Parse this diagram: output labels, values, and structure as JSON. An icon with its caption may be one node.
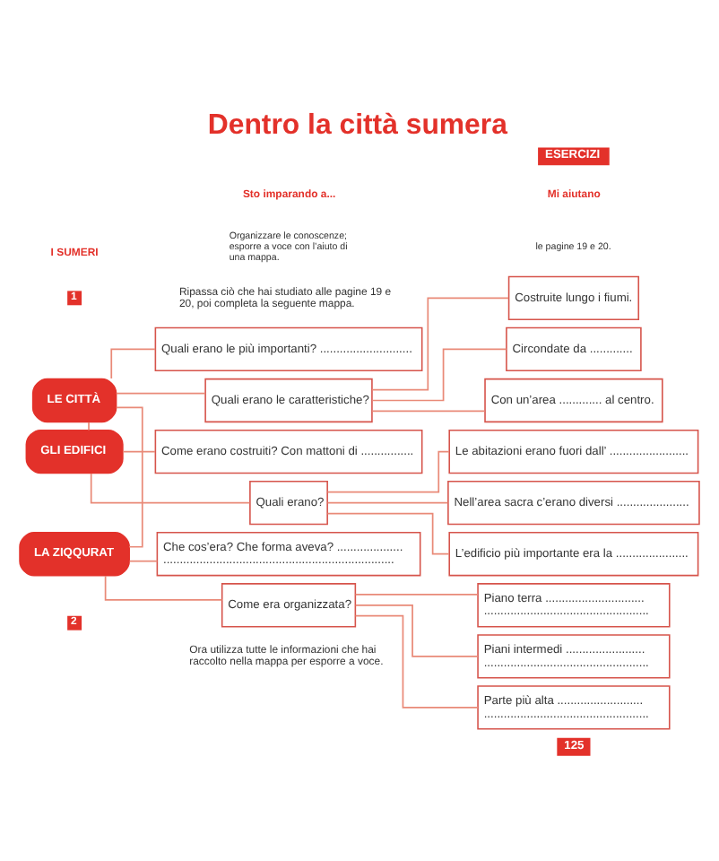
{
  "diagram": {
    "title": "Dentro la città sumera",
    "nodes": [
      {
        "text": [
          "LE CITTÀ"
        ]
      },
      {
        "text": [
          "Quali erano le più importanti? ............................"
        ]
      },
      {
        "text": [
          "Quali erano le caratteristiche?"
        ]
      },
      {
        "text": [
          "Costruite lungo i fiumi."
        ]
      },
      {
        "text": [
          "Circondate da ............."
        ]
      },
      {
        "text": [
          "Con un’area ............. al centro."
        ]
      },
      {
        "text": [
          "GLI EDIFICI"
        ]
      },
      {
        "text": [
          "Come erano costruiti? Con mattoni di ................"
        ]
      },
      {
        "text": [
          "Quali erano?"
        ]
      },
      {
        "text": [
          "Le abitazioni erano fuori dall’ ........................"
        ]
      },
      {
        "text": [
          "Nell’area sacra c’erano diversi ......................"
        ]
      },
      {
        "text": [
          "L’edificio più importante era la ......................"
        ]
      },
      {
        "text": [
          "LA ZIQQURAT"
        ]
      },
      {
        "text": [
          "Che cos’era? Che forma aveva? .................... ......................................................................"
        ]
      },
      {
        "text": [
          "Come era organizzata?"
        ]
      },
      {
        "text": [
          "Piano terra .............................. .................................................."
        ]
      },
      {
        "text": [
          "Piani intermedi ........................ .................................................."
        ]
      },
      {
        "text": [
          "Parte più alta .......................... .................................................."
        ]
      }
    ],
    "edges": [
      {
        "from": 0,
        "to": 1,
        "arrow": "none"
      },
      {
        "from": 0,
        "to": 2,
        "arrow": "none"
      },
      {
        "from": 2,
        "to": 3,
        "arrow": "none"
      },
      {
        "from": 2,
        "to": 4,
        "arrow": "none"
      },
      {
        "from": 2,
        "to": 5,
        "arrow": "none"
      },
      {
        "from": 0,
        "to": 6,
        "arrow": "none"
      },
      {
        "from": 6,
        "to": 7,
        "arrow": "none"
      },
      {
        "from": 6,
        "to": 8,
        "arrow": "none"
      },
      {
        "from": 8,
        "to": 9,
        "arrow": "none"
      },
      {
        "from": 8,
        "to": 10,
        "arrow": "none"
      },
      {
        "from": 8,
        "to": 11,
        "arrow": "none"
      },
      {
        "from": 0,
        "to": 12,
        "arrow": "none"
      },
      {
        "from": 12,
        "to": 13,
        "arrow": "none"
      },
      {
        "from": 12,
        "to": 14,
        "arrow": "none"
      },
      {
        "from": 14,
        "to": 15,
        "arrow": "none"
      },
      {
        "from": 14,
        "to": 16,
        "arrow": "none"
      },
      {
        "from": 14,
        "to": 17,
        "arrow": "none"
      }
    ],
    "labels": [
      "I SUMERI",
      "Sto imparando a...",
      "Organizzare le conoscenze; esporre a voce con l’aiuto di una mappa.",
      "Mi aiutano",
      "le pagine 19 e 20.",
      "ESERCIZI",
      "1",
      "Ripassa ciò che hai studiato alle pagine 19 e 20, poi completa la seguente mappa.",
      "2",
      "Ora utilizza tutte le informazioni che hai raccolto nella mappa per esporre a voce.",
      "125"
    ]
  }
}
